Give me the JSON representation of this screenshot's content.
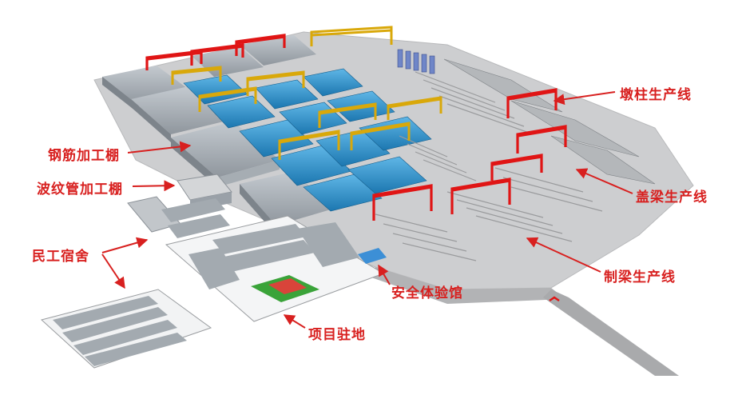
{
  "labels": {
    "pier_column_line": "墩柱生产线",
    "rebar_shed": "钢筋加工棚",
    "bellows_shed": "波纹管加工棚",
    "cap_beam_line": "盖梁生产线",
    "worker_dorm": "民工宿舍",
    "beam_line": "制梁生产线",
    "safety_hall": "安全体验馆",
    "project_camp": "项目驻地"
  },
  "colors": {
    "label_red": "#d8201f",
    "gantry_red": "#e01515",
    "gantry_yellow": "#f2c20e",
    "pedestal_blue": "#2a90c8",
    "yard_gray": "#c9cacb",
    "building_gray": "#9aa1a8",
    "lawn_green": "#3aa339"
  }
}
